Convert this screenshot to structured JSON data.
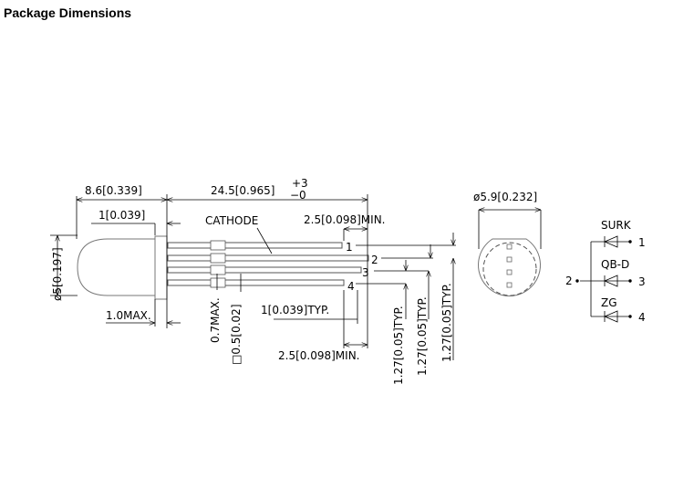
{
  "title": "Package Dimensions",
  "side_view": {
    "overall_dome_length": "8.6[0.339]",
    "lead_length": "24.5[0.965]",
    "lead_tol_plus": "+3",
    "lead_tol_minus": "−0",
    "flange_width": "1[0.039]",
    "cathode_label": "CATHODE",
    "lead_stagger_top": "2.5[0.098]MIN.",
    "diameter": "ø5[0.197]",
    "flange_max": "1.0MAX.",
    "standoff_max": "0.7MAX.",
    "lead_square": "□0.5[0.02]",
    "lead_pitch_typ": "1[0.039]TYP.",
    "lead_stagger_bottom": "2.5[0.098]MIN.",
    "pitch_1": "1.27[0.05]TYP.",
    "pitch_2": "1.27[0.05]TYP.",
    "pitch_3": "1.27[0.05]TYP.",
    "pins": [
      "1",
      "2",
      "3",
      "4"
    ]
  },
  "front_view": {
    "flange_diameter": "ø5.9[0.232]"
  },
  "schematic": {
    "common_pin": "2",
    "diodes": [
      {
        "label": "SURK",
        "pin": "1"
      },
      {
        "label": "QB-D",
        "pin": "3"
      },
      {
        "label": "ZG",
        "pin": "4"
      }
    ]
  }
}
